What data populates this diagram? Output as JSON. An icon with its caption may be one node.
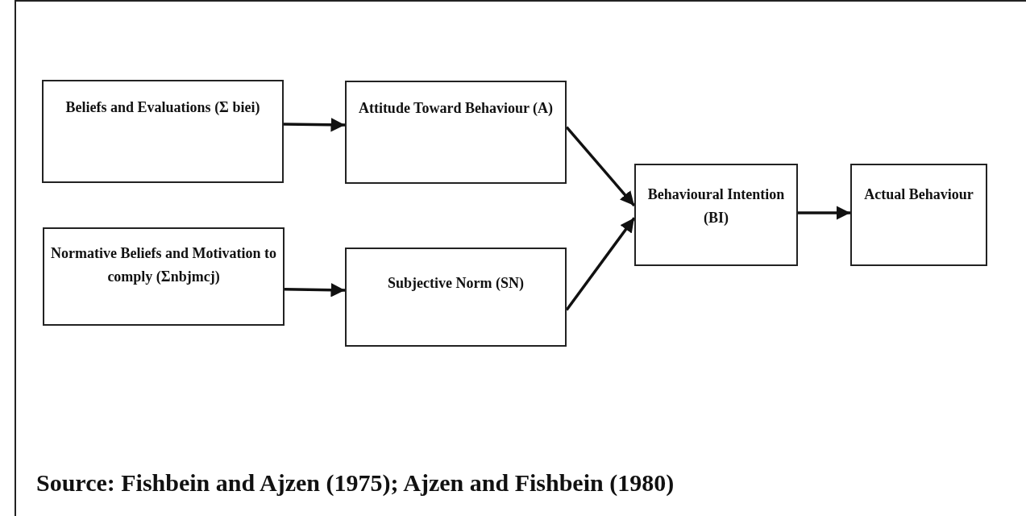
{
  "diagram": {
    "caption": "Source: Fishbein and Ajzen (1975); Ajzen and Fishbein (1980)",
    "nodes": [
      {
        "text": [
          "Beliefs and Evaluations (Σ biei)"
        ]
      },
      {
        "text": [
          "Attitude Toward Behaviour (A)"
        ]
      },
      {
        "text": [
          "Normative Beliefs and Motivation to comply (Σnbjmcj)"
        ]
      },
      {
        "text": [
          "Subjective Norm (SN)"
        ]
      },
      {
        "text": [
          "Behavioural Intention (BI)"
        ]
      },
      {
        "text": [
          "Actual Behaviour"
        ]
      }
    ],
    "edges": [
      {
        "from": 0,
        "to": 1,
        "arrow": "to"
      },
      {
        "from": 2,
        "to": 3,
        "arrow": "to"
      },
      {
        "from": 1,
        "to": 4,
        "arrow": "to"
      },
      {
        "from": 3,
        "to": 4,
        "arrow": "to"
      },
      {
        "from": 4,
        "to": 5,
        "arrow": "to"
      }
    ]
  }
}
